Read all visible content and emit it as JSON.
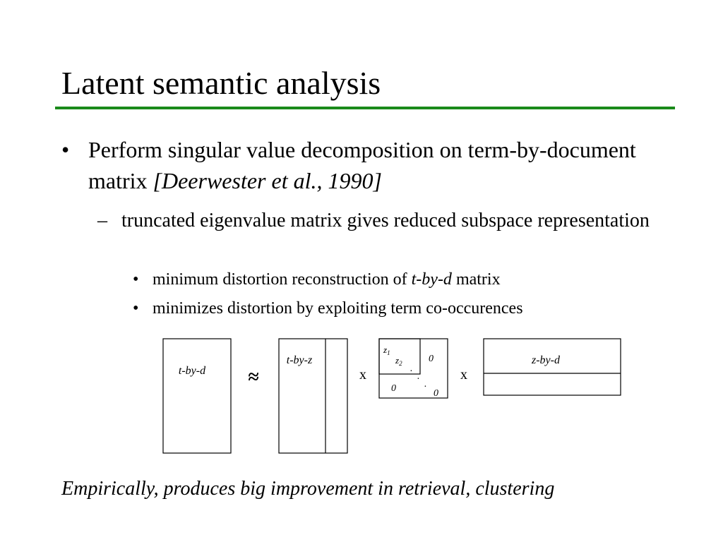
{
  "slide": {
    "title": "Latent semantic analysis",
    "bullet1": {
      "marker": "•",
      "text": "Perform singular value decomposition on term-by-document matrix",
      "citation": "[Deerwester et al., 1990]"
    },
    "bullet2": {
      "marker": "–",
      "text": "truncated eigenvalue matrix gives reduced subspace representation"
    },
    "bullet3a": {
      "marker": "•",
      "text_before": "minimum distortion reconstruction of ",
      "emph": "t-by-d",
      "text_after": " matrix"
    },
    "bullet3b": {
      "marker": "•",
      "text": "minimizes distortion by exploiting term co-occurences"
    },
    "diagram": {
      "matrix_tbyd": "t-by-d",
      "approx": "≈",
      "matrix_tbyz": "t-by-z",
      "times": "x",
      "diag_z1": "z",
      "diag_z1_sub": "1",
      "diag_z2": "z",
      "diag_z2_sub": "2",
      "diag_dot": ".",
      "zero": "0",
      "matrix_zbyd": "z-by-d"
    },
    "footer": "Empirically, produces big improvement in retrieval, clustering"
  }
}
